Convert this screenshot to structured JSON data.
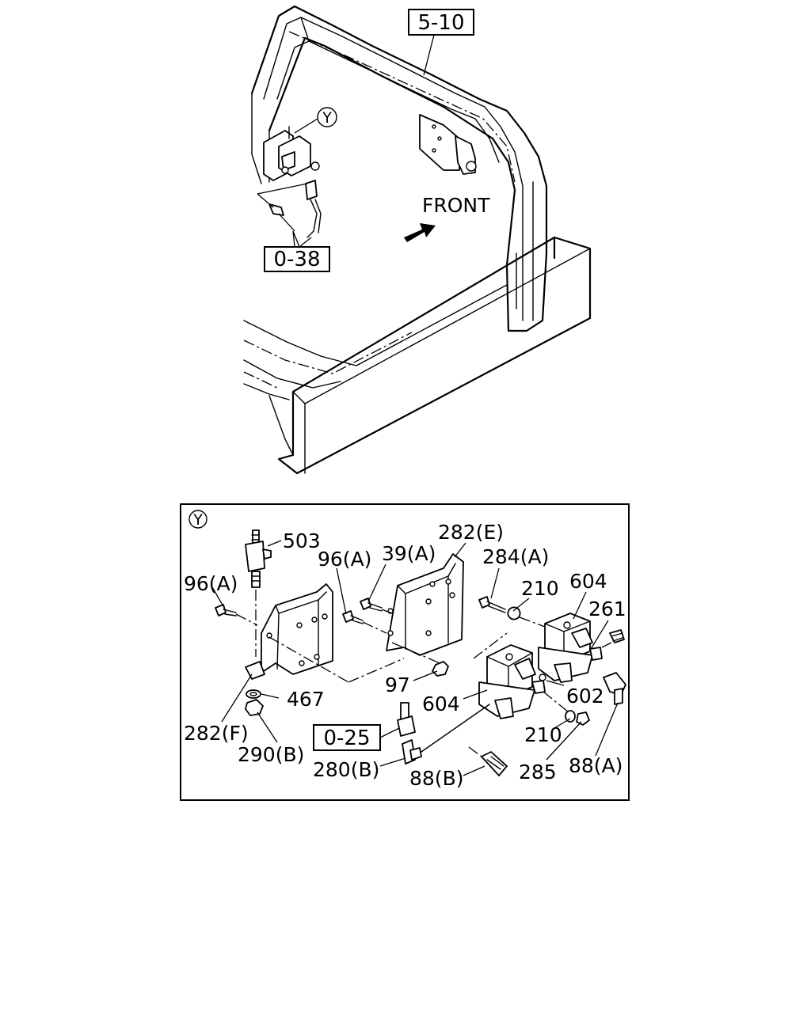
{
  "overview": {
    "ref_top": "5-10",
    "ref_bottom": "0-38",
    "callout": "Y",
    "direction_label": "FRONT"
  },
  "detail": {
    "callout": "Y",
    "ref_box": "0-25",
    "labels": {
      "p503": "503",
      "p96a_left": "96(A)",
      "p96a_mid": "96(A)",
      "p39a": "39(A)",
      "p282e": "282(E)",
      "p284a": "284(A)",
      "p210_top": "210",
      "p604_top": "604",
      "p261": "261",
      "p97": "97",
      "p467": "467",
      "p604_mid": "604",
      "p602": "602",
      "p282f": "282(F)",
      "p290b": "290(B)",
      "p210_bot": "210",
      "p280b": "280(B)",
      "p88b": "88(B)",
      "p285": "285",
      "p88a": "88(A)"
    }
  }
}
